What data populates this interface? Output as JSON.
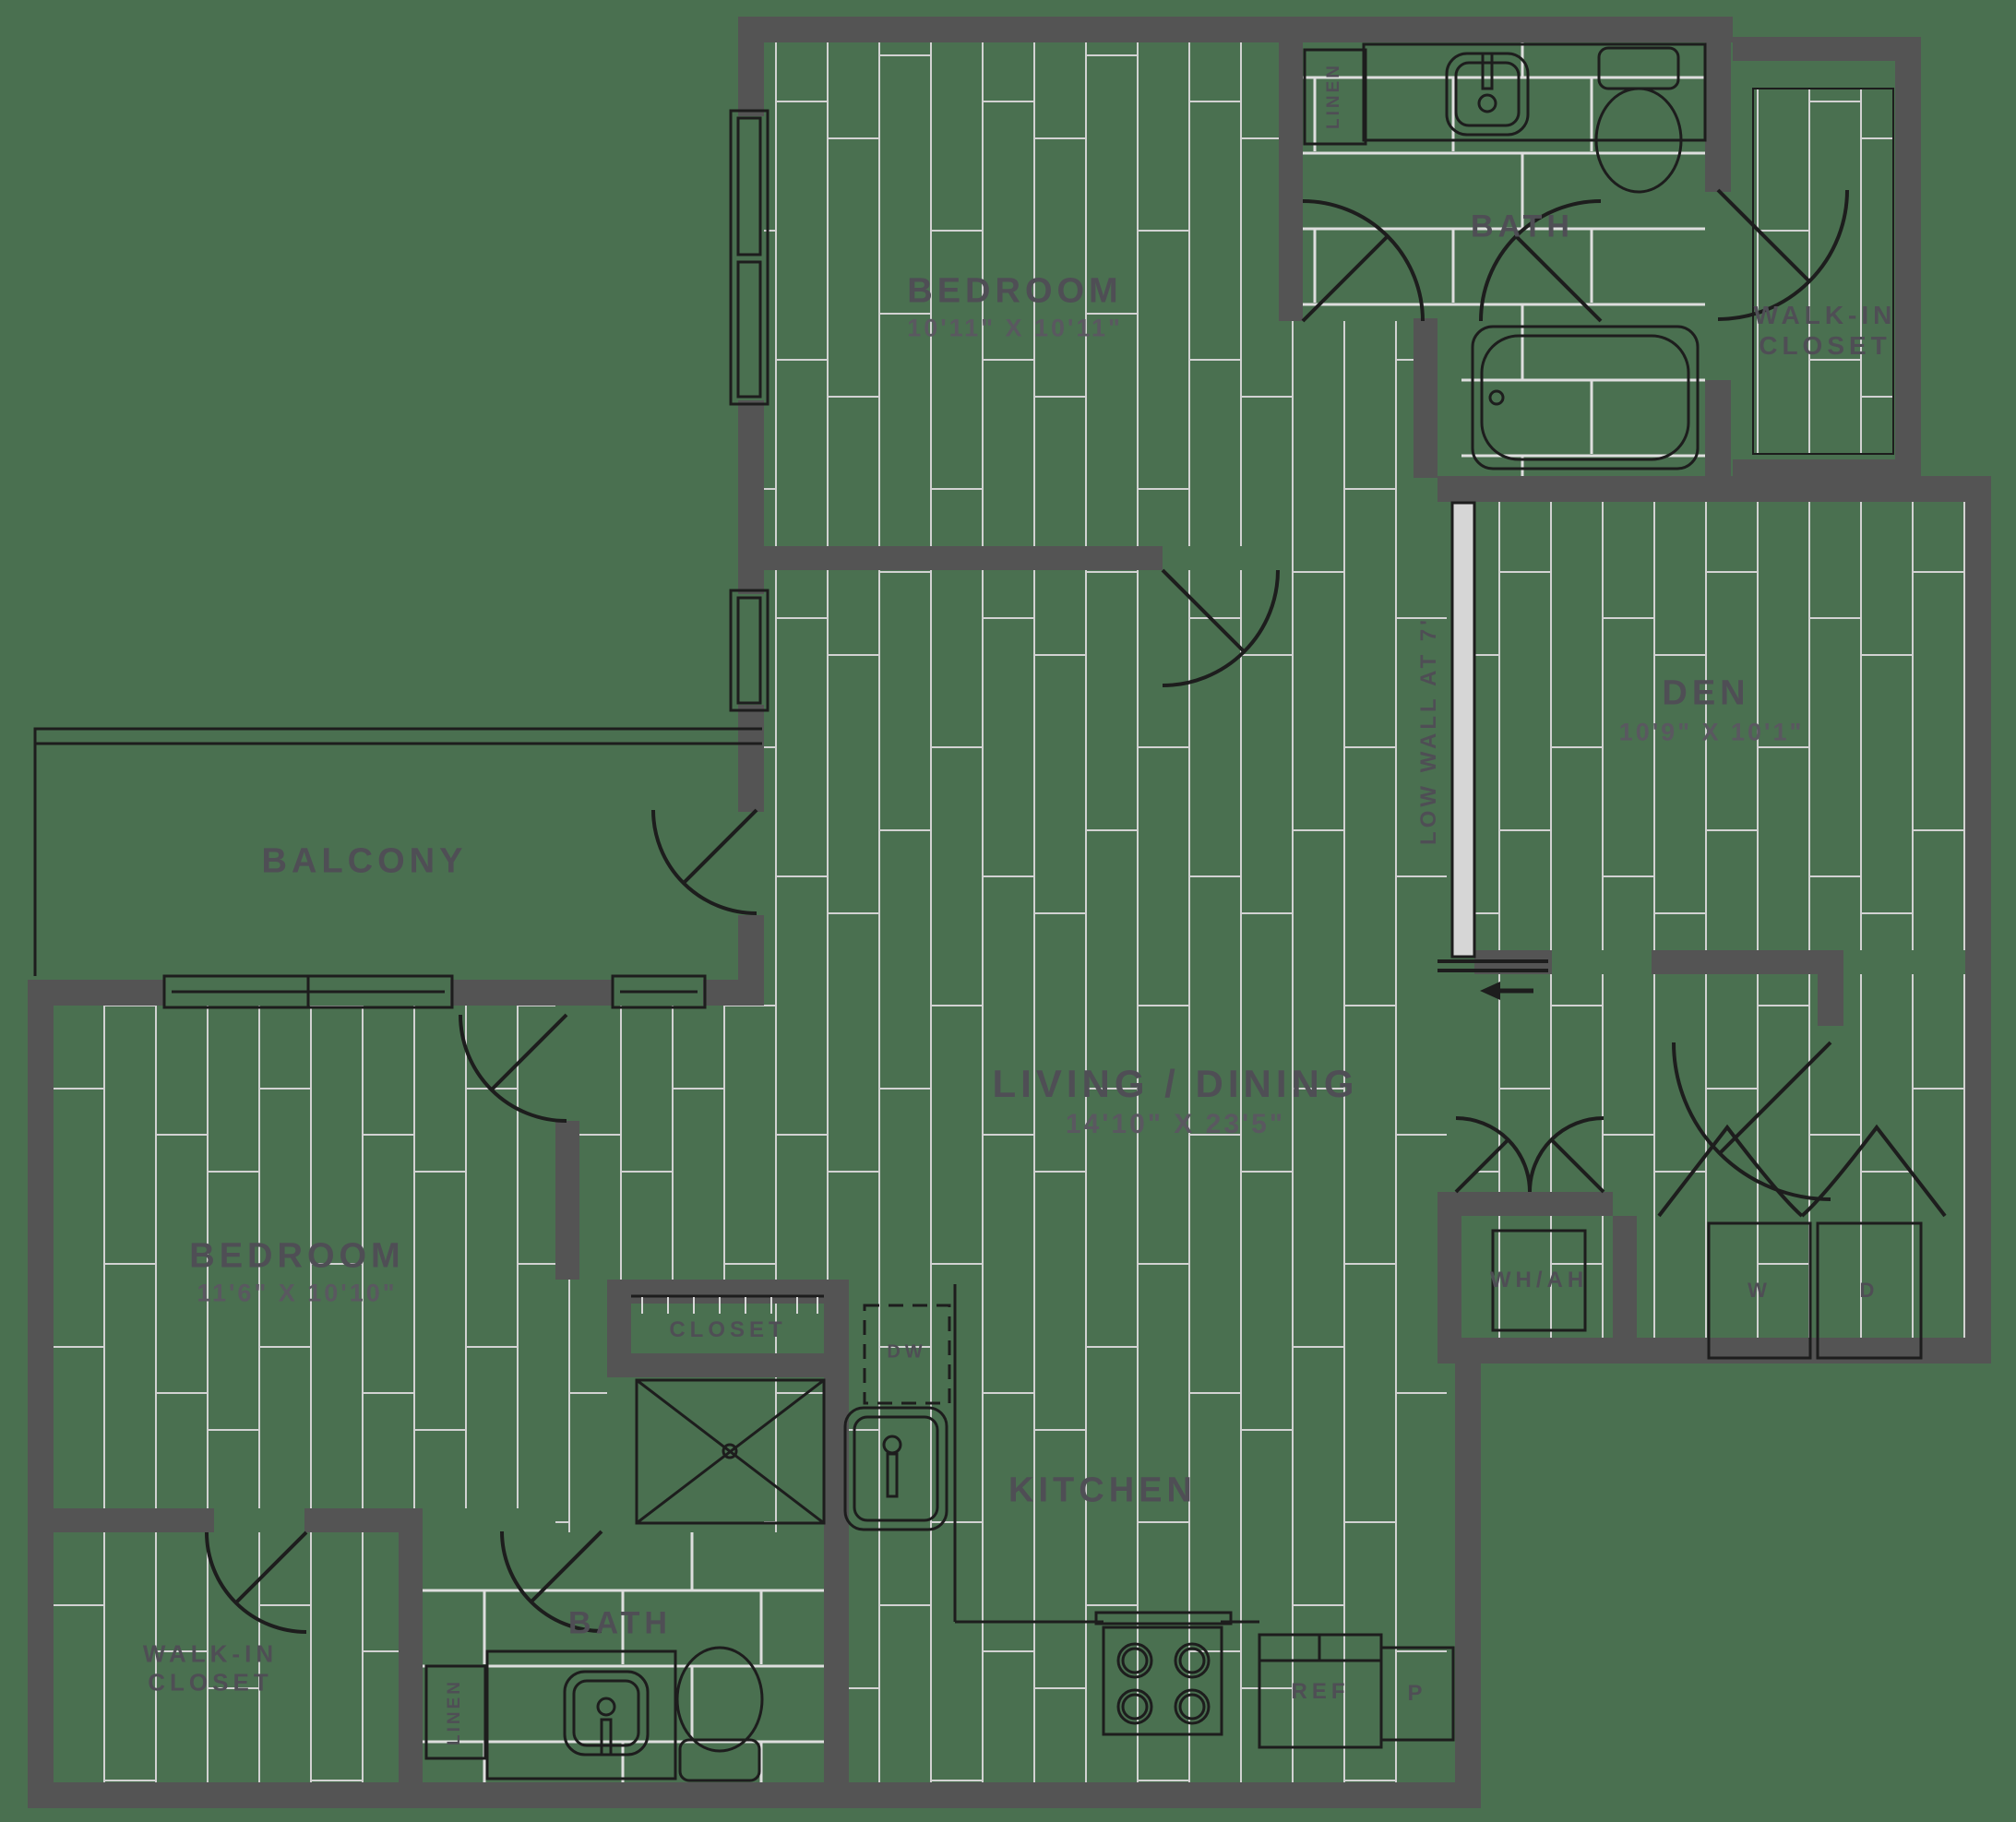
{
  "title": "Apartment Floor Plan",
  "colors": {
    "floor_green": "#4A7050",
    "wall_gray": "#545454",
    "plank_line": "#D2D2D2",
    "tile_line": "#DEDEDE",
    "fixture_line": "#1D1D1D",
    "low_wall_fill": "#D6D6D6",
    "label_main": "#4F4E55",
    "label_dim": "#5A5860"
  },
  "rooms": {
    "bedroom1": {
      "name": "BEDROOM",
      "dims": "10'11\" X 10'11\""
    },
    "bath1": {
      "name": "BATH"
    },
    "wic1": {
      "name": "WALK-IN CLOSET"
    },
    "den": {
      "name": "DEN",
      "dims": "10'9\" X 10'1\""
    },
    "balcony": {
      "name": "BALCONY"
    },
    "living": {
      "name": "LIVING / DINING",
      "dims": "14'10\" X 23'5\""
    },
    "bedroom2": {
      "name": "BEDROOM",
      "dims": "11'6\" X 10'10\""
    },
    "wic2": {
      "name": "WALK-IN CLOSET"
    },
    "bath2": {
      "name": "BATH"
    },
    "kitchen": {
      "name": "KITCHEN"
    },
    "closet": {
      "name": "CLOSET"
    }
  },
  "fixtures": {
    "dishwasher": "DW",
    "water_heater": "WH/AH",
    "washer": "W",
    "dryer": "D",
    "fridge": "REF",
    "pantry": "P",
    "linen_top": "LINEN",
    "linen_bottom": "LINEN",
    "low_wall": "LOW WALL AT 7'"
  }
}
